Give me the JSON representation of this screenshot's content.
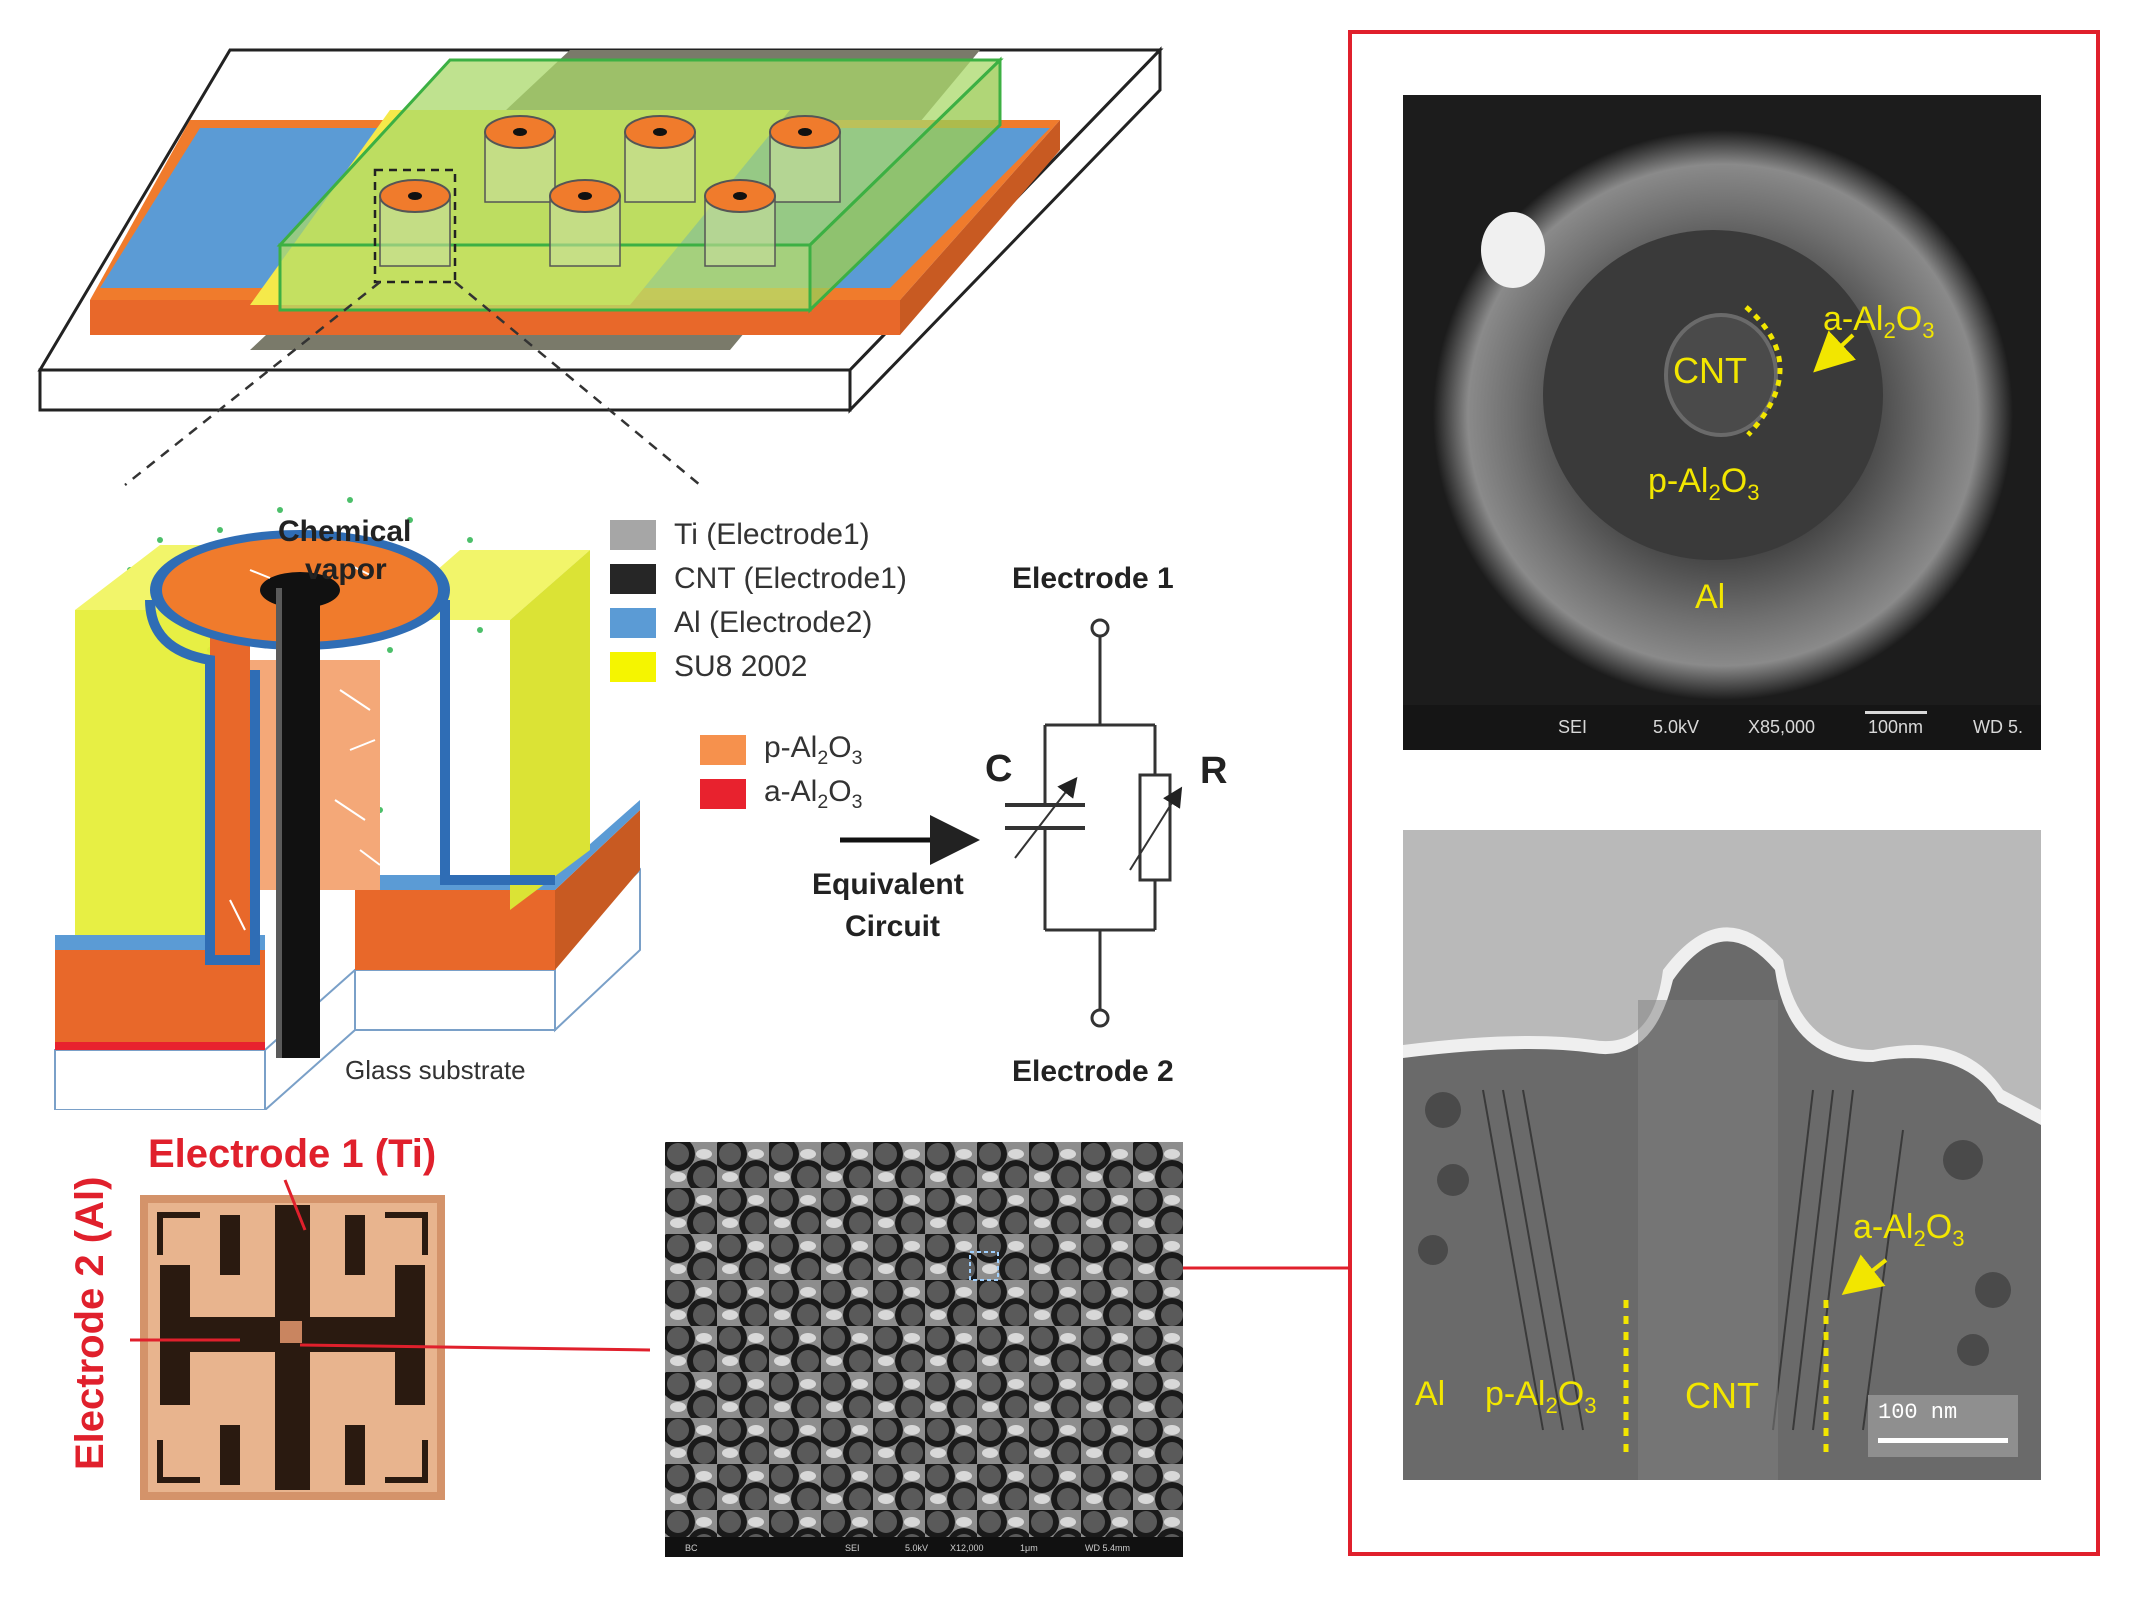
{
  "top_label": "Chemical vapor",
  "top_label_line1": "Chemical",
  "top_label_line2": "vapor",
  "legend": [
    {
      "label": "Ti (Electrode1)",
      "color": "#a6a6a6"
    },
    {
      "label": "CNT (Electrode1)",
      "color": "#262626"
    },
    {
      "label": "Al (Electrode2)",
      "color": "#5b9bd5"
    },
    {
      "label": "SU8 2002",
      "color": "#f5f500"
    }
  ],
  "legend2": [
    {
      "label": "p-Al",
      "sub1": "2",
      "mid": "O",
      "sub2": "3",
      "color": "#f6914d"
    },
    {
      "label": "a-Al",
      "sub1": "2",
      "mid": "O",
      "sub2": "3",
      "color": "#e8222e"
    }
  ],
  "substrate_label": "Glass substrate",
  "circuit": {
    "electrode1": "Electrode 1",
    "electrode2": "Electrode 2",
    "c_label": "C",
    "r_label": "R",
    "arrow_line1": "Equivalent",
    "arrow_line2": "Circuit"
  },
  "photo": {
    "electrode1_label": "Electrode 1 (Ti)",
    "electrode2_label": "Electrode 2 (Al)"
  },
  "sem_top": {
    "cnt": "CNT",
    "p_al": "p-Al",
    "al": "Al",
    "a_al": "a-Al",
    "sub2": "2",
    "o": "O",
    "sub3": "3",
    "info": [
      "SEI",
      "5.0kV",
      "X85,000",
      "100nm",
      "WD 5."
    ]
  },
  "tem": {
    "al": "Al",
    "p_al": "p-Al",
    "cnt": "CNT",
    "a_al": "a-Al",
    "sub2": "2",
    "o": "O",
    "sub3": "3",
    "scale": "100 nm"
  },
  "sem_mid": {
    "info": [
      "BC",
      "SEI",
      "5.0kV",
      "X12,000",
      "1μm",
      "WD 5.4mm"
    ]
  },
  "colors": {
    "accent_red": "#e0202c",
    "label_yellow": "#f2e600",
    "orange": "#f07b2c",
    "blue": "#5b9bd5",
    "green": "#8ed85a"
  }
}
